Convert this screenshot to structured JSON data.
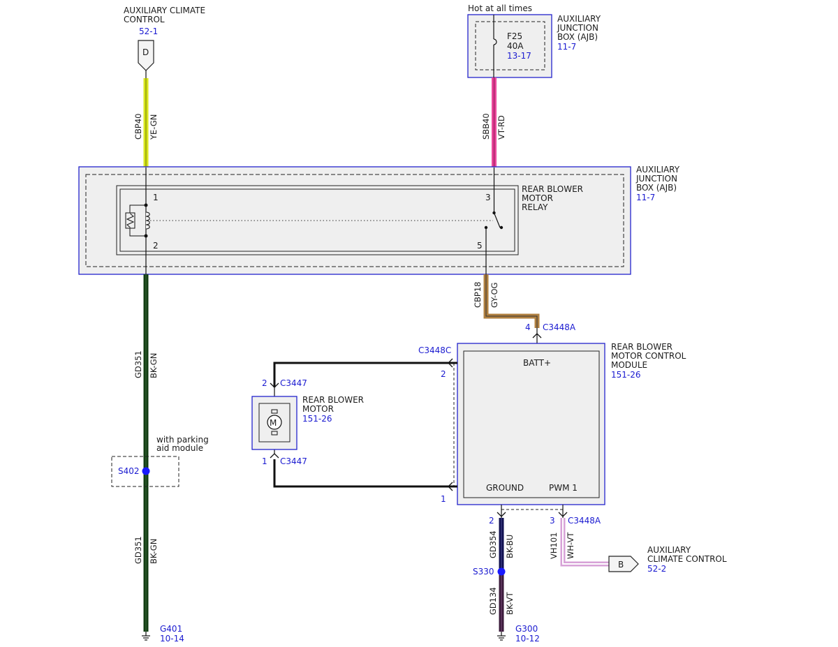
{
  "top_left": {
    "title_line1": "AUXILIARY CLIMATE",
    "title_line2": "CONTROL",
    "ref": "52-1",
    "connector_letter": "D",
    "circuit": "CBP40",
    "color": "YE-GN"
  },
  "top_right": {
    "hot_label": "Hot at all times",
    "fuse_name": "F25",
    "fuse_rating": "40A",
    "fuse_ref": "13-17",
    "box_line1": "AUXILIARY",
    "box_line2": "JUNCTION",
    "box_line3": "BOX (AJB)",
    "box_ref": "11-7",
    "circuit": "SBB40",
    "color": "VT-RD"
  },
  "ajb_main": {
    "line1": "AUXILIARY",
    "line2": "JUNCTION",
    "line3": "BOX (AJB)",
    "ref": "11-7",
    "relay_line1": "REAR BLOWER",
    "relay_line2": "MOTOR",
    "relay_line3": "RELAY",
    "pin1": "1",
    "pin2": "2",
    "pin3": "3",
    "pin5": "5"
  },
  "left_ground": {
    "circuit_upper": "GD351",
    "color_upper": "BK-GN",
    "option_line1": "with parking",
    "option_line2": "aid module",
    "splice": "S402",
    "circuit_lower": "GD351",
    "color_lower": "BK-GN",
    "ground": "G401",
    "ground_ref": "10-14"
  },
  "module_feed": {
    "circuit": "CBP18",
    "color": "GY-OG",
    "pin": "4",
    "connector": "C3448A"
  },
  "module": {
    "line1": "REAR BLOWER",
    "line2": "MOTOR CONTROL",
    "line3": "MODULE",
    "ref": "151-26",
    "batt_label": "BATT+",
    "ground_label": "GROUND",
    "pwm_label": "PWM 1",
    "conn_c": "C3448C",
    "pin_c2": "2",
    "pin_c1": "1"
  },
  "motor": {
    "line1": "REAR BLOWER",
    "line2": "MOTOR",
    "ref": "151-26",
    "symbol": "M",
    "pin_top": "2",
    "conn_top": "C3447",
    "pin_bottom": "1",
    "conn_bottom": "C3447"
  },
  "bottom_ground": {
    "pin": "2",
    "circuit_upper": "GD354",
    "color_upper": "BK-BU",
    "splice": "S330",
    "circuit_lower": "GD134",
    "color_lower": "BK-VT",
    "ground": "G300",
    "ground_ref": "10-12"
  },
  "pwm_out": {
    "pin": "3",
    "connector": "C3448A",
    "circuit": "VH101",
    "color": "WH-VT",
    "connector_letter": "B",
    "dest_line1": "AUXILIARY",
    "dest_line2": "CLIMATE CONTROL",
    "dest_ref": "52-2"
  },
  "colors": {
    "ye_gn": "#d8e61e",
    "vt_rd": "#e8479a",
    "bk_gn": "#123d12",
    "gy_og": "#b08040",
    "bk_bu": "#101050",
    "bk_vt": "#3a1a3a",
    "wh_vt": "#d7a2d7",
    "box_blue": "#2222cc",
    "box_fill": "#efefef",
    "ref_blue": "#1a1ad0"
  }
}
